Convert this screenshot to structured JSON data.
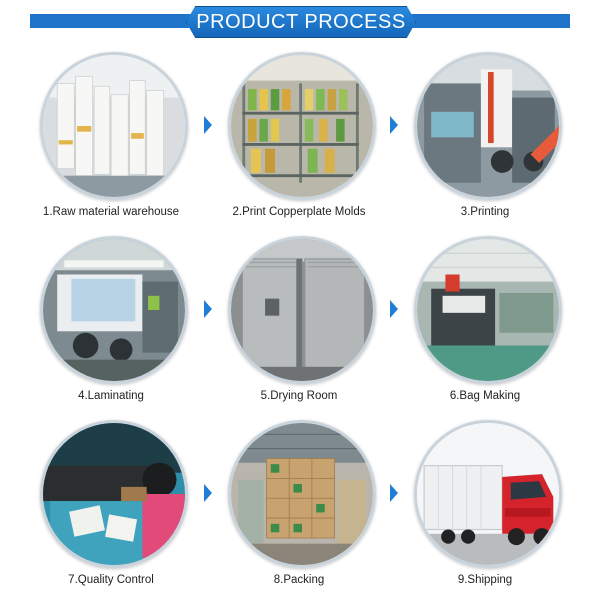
{
  "header": {
    "title": "PRODUCT PROCESS"
  },
  "steps": [
    {
      "label": "1.Raw material warehouse"
    },
    {
      "label": "2.Print Copperplate Molds"
    },
    {
      "label": "3.Printing"
    },
    {
      "label": "4.Laminating"
    },
    {
      "label": "5.Drying Room"
    },
    {
      "label": "6.Bag Making"
    },
    {
      "label": "7.Quality Control"
    },
    {
      "label": "8.Packing"
    },
    {
      "label": "9.Shipping"
    }
  ],
  "colors": {
    "banner": "#1f74c9",
    "arrow": "#1f7fd6"
  }
}
